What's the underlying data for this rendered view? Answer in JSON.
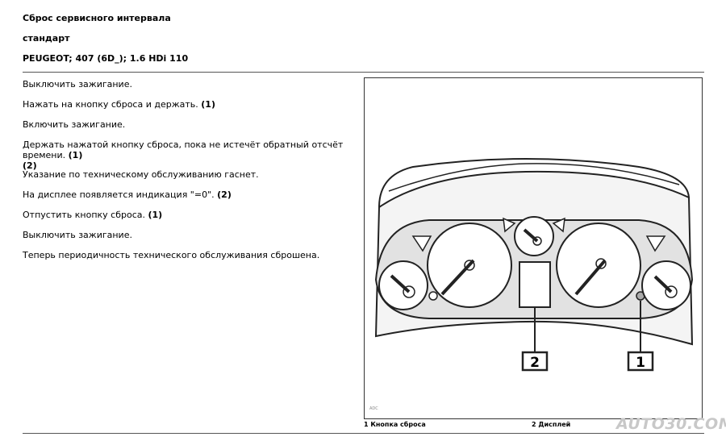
{
  "header": {
    "title": "Сброс сервисного интервала",
    "subtitle": "стандарт",
    "vehicle": "PEUGEOT; 407 (6D_); 1.6 HDi 110"
  },
  "steps": [
    {
      "text": "Выключить зажигание.",
      "ref": ""
    },
    {
      "text": "Нажать на кнопку сброса и держать.",
      "ref": "(1)"
    },
    {
      "text": "Включить зажигание.",
      "ref": ""
    },
    {
      "text": "Держать нажатой кнопку сброса, пока не истечёт обратный отсчёт времени.",
      "ref": "(1)",
      "ref2": "(2)"
    },
    {
      "text": "Указание по техническому обслуживанию гаснет.",
      "ref": ""
    },
    {
      "text": "На дисплее появляется индикация \"=0\".",
      "ref": "(2)"
    },
    {
      "text": "Отпустить кнопку сброса.",
      "ref": "(1)"
    },
    {
      "text": "Выключить зажигание.",
      "ref": ""
    },
    {
      "text": "Теперь периодичность технического обслуживания сброшена.",
      "ref": ""
    }
  ],
  "figure": {
    "callout_1": "1",
    "callout_2": "2",
    "code": "ADC"
  },
  "captions": {
    "item_1": "1 Кнопка сброса",
    "item_2": "2 Дисплей"
  },
  "watermark": "AUTO30.COM"
}
